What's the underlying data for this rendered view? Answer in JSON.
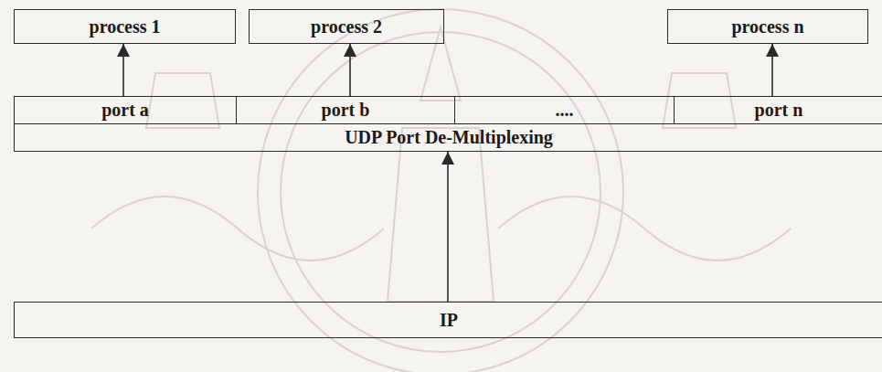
{
  "diagram": {
    "nodes": [
      {
        "text": [
          "process 1"
        ]
      },
      {
        "text": [
          "process 2"
        ]
      },
      {
        "text": [
          "process n"
        ]
      },
      {
        "text": [
          "port a"
        ]
      },
      {
        "text": [
          "port b"
        ]
      },
      {
        "text": [
          "...."
        ]
      },
      {
        "text": [
          "port n"
        ]
      },
      {
        "text": [
          "UDP Port De-Multiplexing"
        ]
      },
      {
        "text": [
          "IP"
        ]
      }
    ],
    "edges": [
      {
        "from": 3,
        "to": 0,
        "arrow": "to"
      },
      {
        "from": 4,
        "to": 1,
        "arrow": "to"
      },
      {
        "from": 6,
        "to": 2,
        "arrow": "to"
      },
      {
        "from": 8,
        "to": 7,
        "arrow": "to"
      }
    ]
  }
}
